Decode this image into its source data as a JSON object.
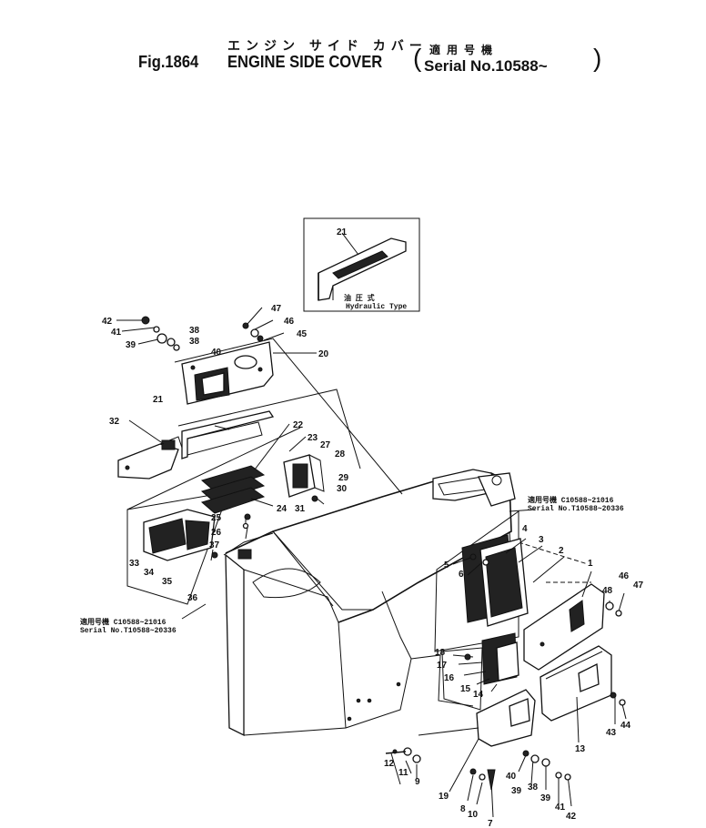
{
  "header": {
    "fig_number": "Fig.1864",
    "title_jp": "エンジン サイド カバー",
    "title_en": "ENGINE SIDE COVER",
    "serial_jp": "適用号機",
    "serial_label": "Serial No.10588~"
  },
  "inset": {
    "callout": "21",
    "label_jp": "油 圧 式",
    "label_en": "Hydraulic Type"
  },
  "notes": {
    "left": {
      "line1": "適用号機 C10588~21016",
      "line2": "Serial No.T10588~20336"
    },
    "right": {
      "line1": "適用号機 C10588~21016",
      "line2": "Serial No.T10588~20336"
    }
  },
  "callouts": [
    "42",
    "41",
    "39",
    "38",
    "38",
    "40",
    "47",
    "46",
    "45",
    "20",
    "21",
    "32",
    "22",
    "23",
    "27",
    "28",
    "29",
    "30",
    "31",
    "24",
    "25",
    "26",
    "37",
    "33",
    "34",
    "35",
    "36",
    "5",
    "6",
    "4",
    "3",
    "2",
    "1",
    "48",
    "46",
    "47",
    "18",
    "17",
    "16",
    "15",
    "14",
    "13",
    "43",
    "44",
    "12",
    "11",
    "9",
    "19",
    "8",
    "10",
    "7",
    "40",
    "39",
    "38",
    "39",
    "41",
    "42"
  ],
  "colors": {
    "ink": "#111111",
    "paper": "#ffffff"
  }
}
